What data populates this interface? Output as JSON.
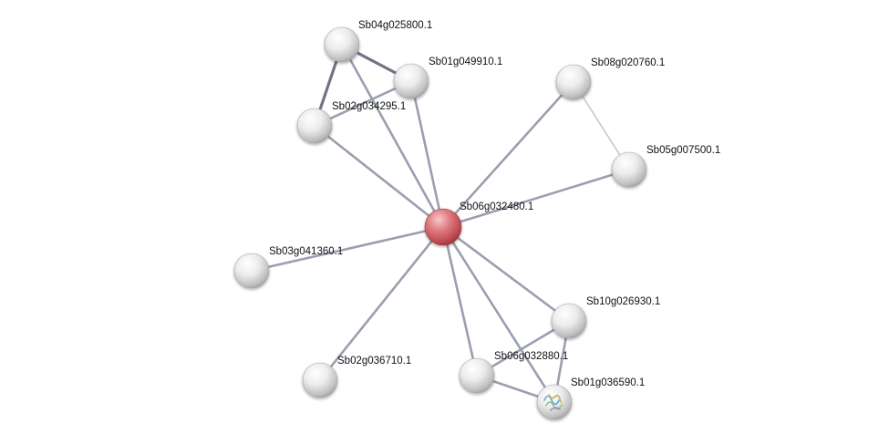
{
  "nodes": [
    {
      "id": "Sb06g032480.1",
      "label": "Sb06g032480.1",
      "highlight": true
    },
    {
      "id": "Sb04g025800.1",
      "label": "Sb04g025800.1"
    },
    {
      "id": "Sb01g049910.1",
      "label": "Sb01g049910.1"
    },
    {
      "id": "Sb02g034295.1",
      "label": "Sb02g034295.1"
    },
    {
      "id": "Sb08g020760.1",
      "label": "Sb08g020760.1"
    },
    {
      "id": "Sb05g007500.1",
      "label": "Sb05g007500.1"
    },
    {
      "id": "Sb03g041360.1",
      "label": "Sb03g041360.1"
    },
    {
      "id": "Sb10g026930.1",
      "label": "Sb10g026930.1"
    },
    {
      "id": "Sb06g032880.1",
      "label": "Sb06g032880.1"
    },
    {
      "id": "Sb02g036710.1",
      "label": "Sb02g036710.1"
    },
    {
      "id": "Sb01g036590.1",
      "label": "Sb01g036590.1",
      "structure_icon": "protein-structure-icon"
    }
  ],
  "edges": [
    {
      "source": "Sb06g032480.1",
      "target": "Sb04g025800.1",
      "strength": "medium"
    },
    {
      "source": "Sb06g032480.1",
      "target": "Sb01g049910.1",
      "strength": "medium"
    },
    {
      "source": "Sb06g032480.1",
      "target": "Sb02g034295.1",
      "strength": "medium"
    },
    {
      "source": "Sb06g032480.1",
      "target": "Sb08g020760.1",
      "strength": "medium"
    },
    {
      "source": "Sb06g032480.1",
      "target": "Sb05g007500.1",
      "strength": "medium"
    },
    {
      "source": "Sb06g032480.1",
      "target": "Sb03g041360.1",
      "strength": "medium"
    },
    {
      "source": "Sb06g032480.1",
      "target": "Sb10g026930.1",
      "strength": "medium"
    },
    {
      "source": "Sb06g032480.1",
      "target": "Sb06g032880.1",
      "strength": "medium"
    },
    {
      "source": "Sb06g032480.1",
      "target": "Sb02g036710.1",
      "strength": "medium"
    },
    {
      "source": "Sb06g032480.1",
      "target": "Sb01g036590.1",
      "strength": "medium"
    },
    {
      "source": "Sb04g025800.1",
      "target": "Sb01g049910.1",
      "strength": "strong"
    },
    {
      "source": "Sb04g025800.1",
      "target": "Sb02g034295.1",
      "strength": "strong"
    },
    {
      "source": "Sb01g049910.1",
      "target": "Sb02g034295.1",
      "strength": "medium"
    },
    {
      "source": "Sb08g020760.1",
      "target": "Sb05g007500.1",
      "strength": "weak"
    },
    {
      "source": "Sb10g026930.1",
      "target": "Sb06g032880.1",
      "strength": "medium"
    },
    {
      "source": "Sb10g026930.1",
      "target": "Sb01g036590.1",
      "strength": "medium"
    },
    {
      "source": "Sb06g032880.1",
      "target": "Sb01g036590.1",
      "strength": "medium"
    }
  ],
  "colors": {
    "edge_strong": "#6f7487",
    "edge_medium": "#9a9fb0",
    "edge_weak": "#c6c6ce",
    "node_default": "#e2e2e2",
    "node_highlight": "#d05a5f"
  }
}
